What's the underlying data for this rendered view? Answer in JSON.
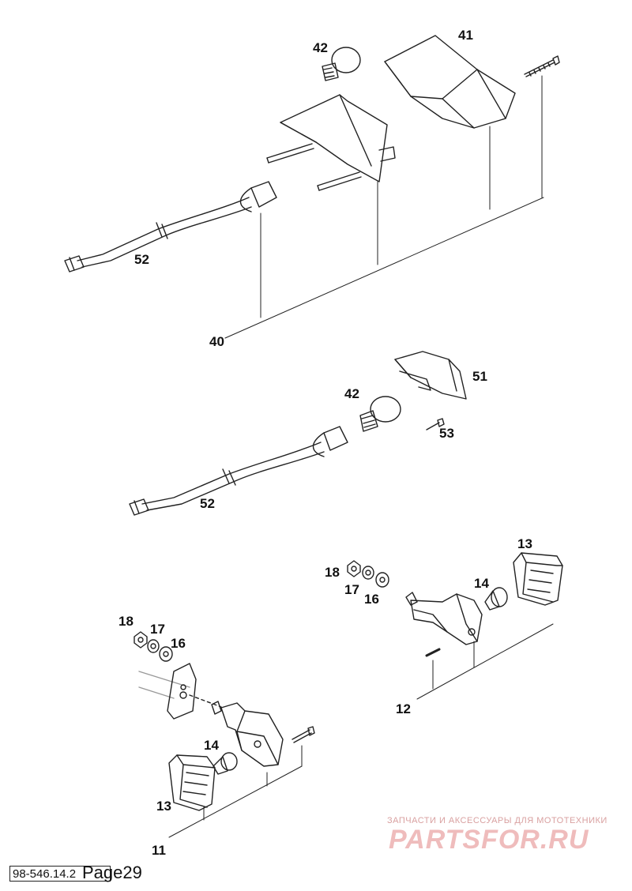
{
  "part_labels": {
    "p40": "40",
    "p41": "41",
    "p42a": "42",
    "p52a": "52",
    "p51": "51",
    "p42b": "42",
    "p53": "53",
    "p52b": "52",
    "p13a": "13",
    "p18a": "18",
    "p17a": "17",
    "p16a": "16",
    "p14a": "14",
    "p12": "12",
    "p18b": "18",
    "p17b": "17",
    "p16b": "16",
    "p14b": "14",
    "p13b": "13",
    "p11": "11"
  },
  "watermark": {
    "tagline": "ЗАПЧАСТИ И АКСЕССУАРЫ ДЛЯ МОТОТЕХНИКИ",
    "brand": "PARTSFOR.RU"
  },
  "footer": {
    "doc_code": "98-546.14.2",
    "page": "Page29"
  }
}
